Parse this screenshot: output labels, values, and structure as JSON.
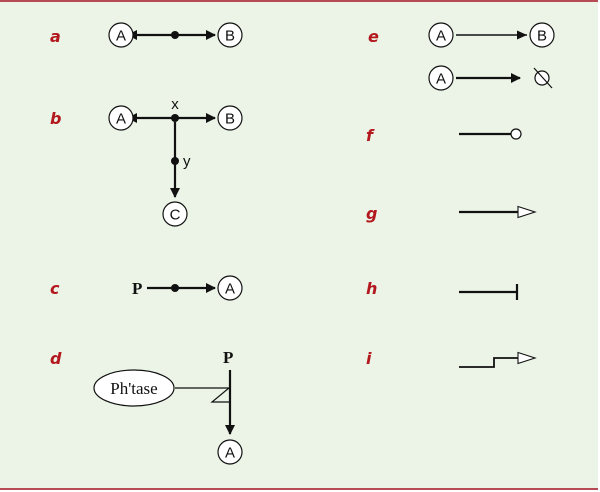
{
  "panels": {
    "a": {
      "label": "a",
      "node_left": "A",
      "node_right": "B"
    },
    "b": {
      "label": "b",
      "node_left": "A",
      "node_right": "B",
      "node_bottom": "C",
      "var_x": "x",
      "var_y": "y"
    },
    "c": {
      "label": "c",
      "source": "P",
      "target": "A"
    },
    "d": {
      "label": "d",
      "source": "P",
      "enzyme": "Ph'tase",
      "target": "A"
    },
    "e": {
      "label": "e",
      "row1_left": "A",
      "row1_right": "B",
      "row2_left": "A"
    },
    "f": {
      "label": "f"
    },
    "g": {
      "label": "g"
    },
    "h": {
      "label": "h"
    },
    "i": {
      "label": "i"
    }
  },
  "colors": {
    "background": "#ebf4e6",
    "border": "#b84a56",
    "label": "#b3181e",
    "ink": "#111111"
  }
}
